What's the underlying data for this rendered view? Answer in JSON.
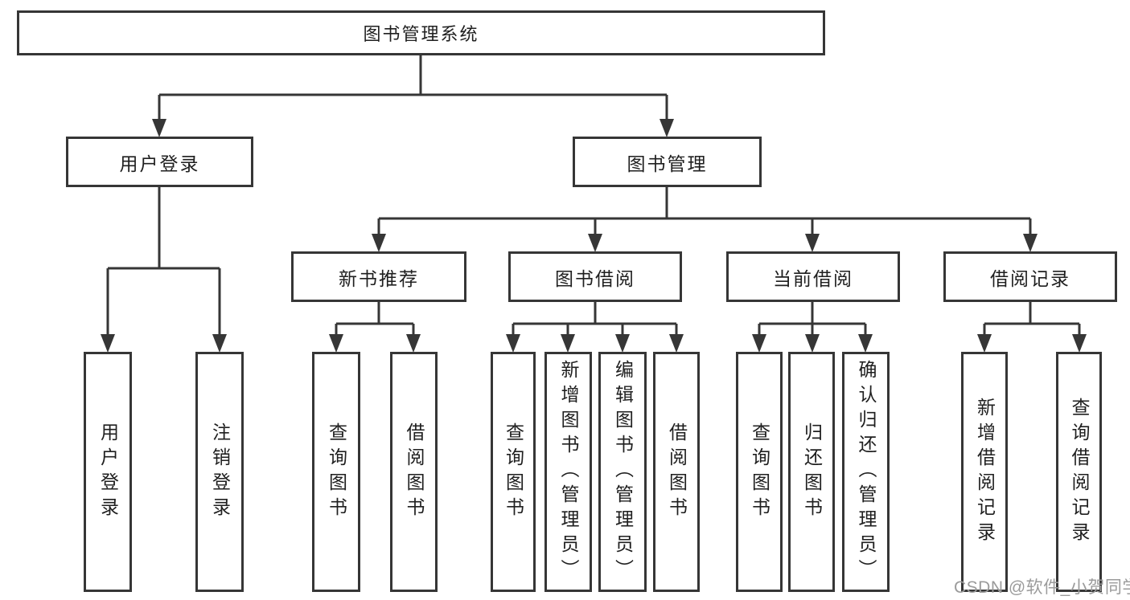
{
  "diagram_type": "hierarchy-tree",
  "tree": {
    "label": "图书管理系统",
    "children": [
      {
        "label": "用户登录",
        "children": [
          {
            "label": "用户登录"
          },
          {
            "label": "注销登录"
          }
        ]
      },
      {
        "label": "图书管理",
        "children": [
          {
            "label": "新书推荐",
            "children": [
              {
                "label": "查询图书"
              },
              {
                "label": "借阅图书"
              }
            ]
          },
          {
            "label": "图书借阅",
            "children": [
              {
                "label": "查询图书"
              },
              {
                "label": "新增图书（管理员）"
              },
              {
                "label": "编辑图书（管理员）"
              },
              {
                "label": "借阅图书"
              }
            ]
          },
          {
            "label": "当前借阅",
            "children": [
              {
                "label": "查询图书"
              },
              {
                "label": "归还图书"
              },
              {
                "label": "确认归还（管理员）"
              }
            ]
          },
          {
            "label": "借阅记录",
            "children": [
              {
                "label": "新增借阅记录"
              },
              {
                "label": "查询借阅记录"
              }
            ]
          }
        ]
      }
    ]
  },
  "watermark": {
    "text": "CSDN @软件_小贺同学"
  },
  "colors": {
    "line": "#363636",
    "box_border": "#363636",
    "box_background": "#ffffff",
    "text": "#1f1f1f",
    "watermark": "#9b9b9b",
    "background": "#ffffff"
  }
}
